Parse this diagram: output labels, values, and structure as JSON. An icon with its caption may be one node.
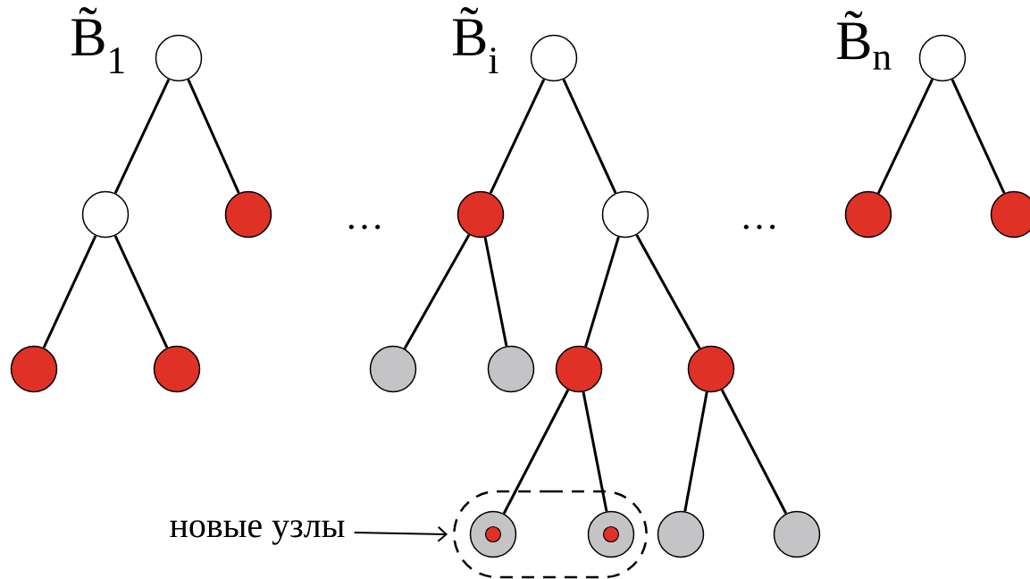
{
  "diagram": {
    "nodes": [
      {
        "text": [],
        "shape": "circle"
      },
      {
        "text": [],
        "shape": "circle"
      },
      {
        "text": [],
        "shape": "circle"
      },
      {
        "text": [],
        "shape": "circle"
      },
      {
        "text": [],
        "shape": "circle"
      },
      {
        "text": [],
        "shape": "circle"
      },
      {
        "text": [],
        "shape": "circle"
      },
      {
        "text": [],
        "shape": "circle"
      },
      {
        "text": [],
        "shape": "circle"
      },
      {
        "text": [],
        "shape": "circle"
      },
      {
        "text": [],
        "shape": "circle"
      },
      {
        "text": [],
        "shape": "circle"
      },
      {
        "text": [],
        "shape": "box"
      },
      {
        "text": [],
        "shape": "circle",
        "in": 12
      },
      {
        "text": [],
        "shape": "circle",
        "in": 12
      },
      {
        "text": [],
        "shape": "circle"
      },
      {
        "text": [],
        "shape": "circle"
      },
      {
        "text": [],
        "shape": "circle"
      },
      {
        "text": [],
        "shape": "circle"
      },
      {
        "text": [],
        "shape": "circle"
      },
      {
        "text": [
          "новые узлы"
        ]
      }
    ],
    "edges": [
      {
        "from": 0,
        "to": 1,
        "arrow": "none"
      },
      {
        "from": 0,
        "to": 2,
        "arrow": "none"
      },
      {
        "from": 1,
        "to": 3,
        "arrow": "none"
      },
      {
        "from": 1,
        "to": 4,
        "arrow": "none"
      },
      {
        "from": 5,
        "to": 6,
        "arrow": "none"
      },
      {
        "from": 5,
        "to": 7,
        "arrow": "none"
      },
      {
        "from": 6,
        "to": 8,
        "arrow": "none"
      },
      {
        "from": 6,
        "to": 9,
        "arrow": "none"
      },
      {
        "from": 7,
        "to": 10,
        "arrow": "none"
      },
      {
        "from": 7,
        "to": 11,
        "arrow": "none"
      },
      {
        "from": 10,
        "to": 13,
        "arrow": "none"
      },
      {
        "from": 10,
        "to": 14,
        "arrow": "none"
      },
      {
        "from": 11,
        "to": 15,
        "arrow": "none"
      },
      {
        "from": 11,
        "to": 16,
        "arrow": "none"
      },
      {
        "from": 17,
        "to": 18,
        "arrow": "none"
      },
      {
        "from": 17,
        "to": 19,
        "arrow": "none"
      },
      {
        "from": 20,
        "to": 12,
        "arrow": "to"
      }
    ],
    "labels": [
      "B̃$_{1}$",
      "B̃$_{i}$",
      "B̃$_{n}$",
      "…",
      "…"
    ]
  }
}
